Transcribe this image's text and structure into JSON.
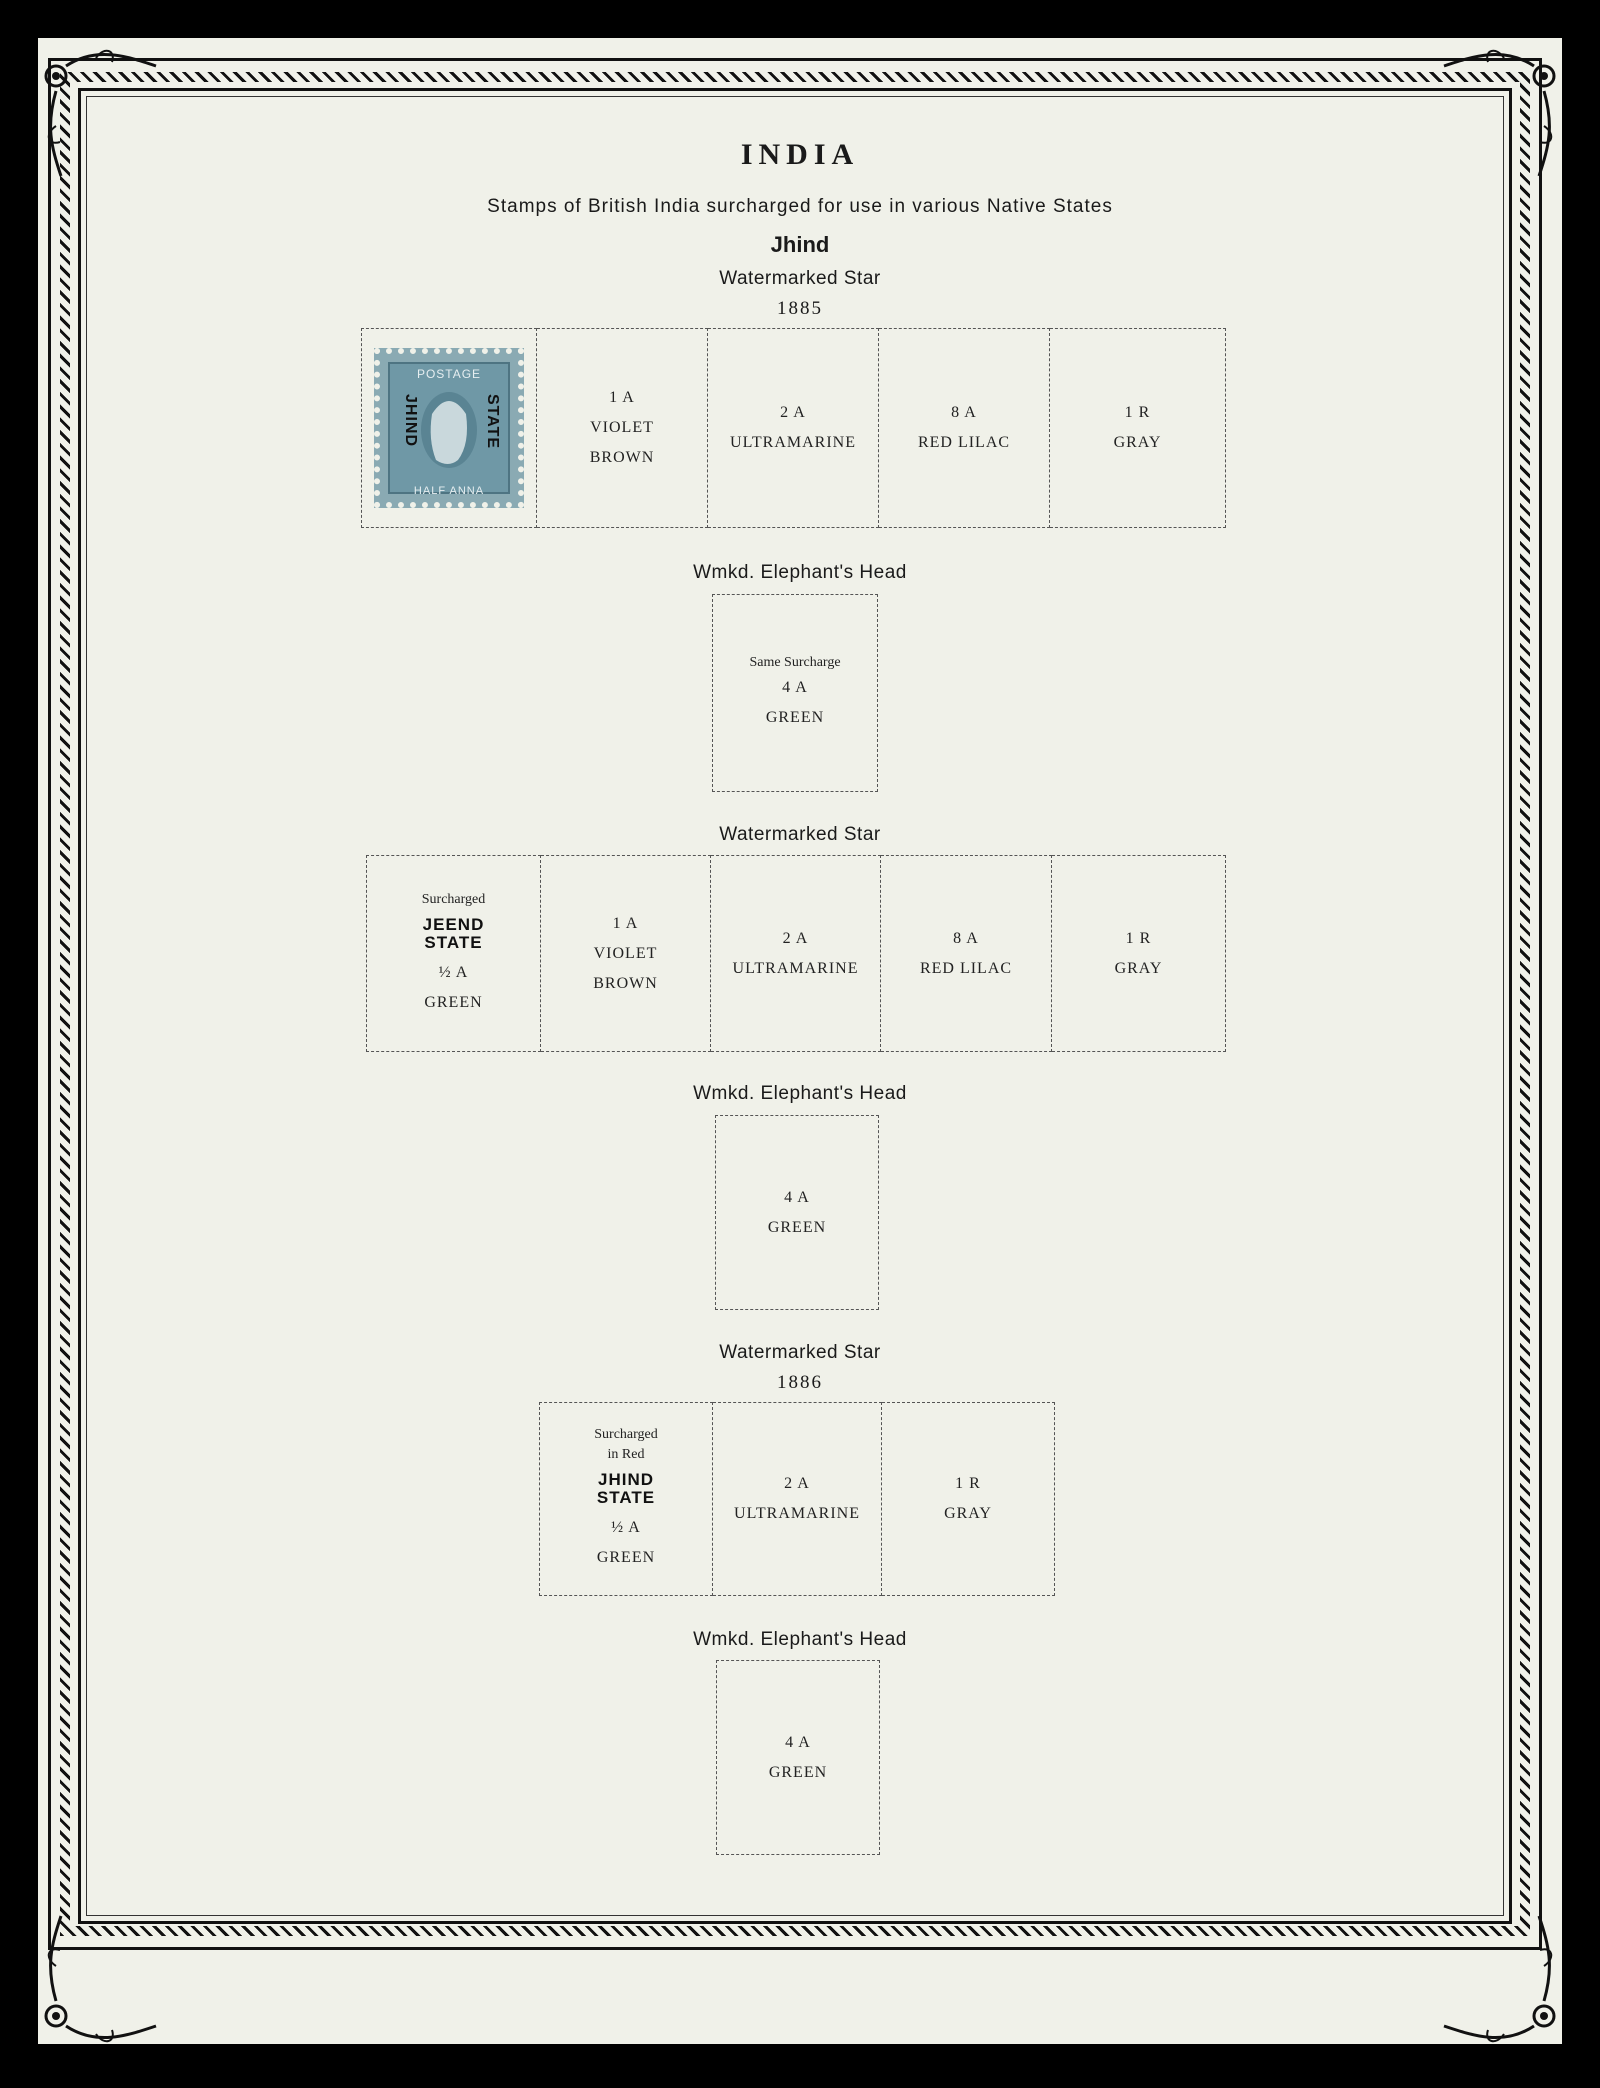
{
  "title": "INDIA",
  "subtitle": "Stamps of British India surcharged for use in various Native States",
  "section": "Jhind",
  "groups": [
    {
      "heading": "Watermarked Star",
      "year": "1885",
      "stamp": {
        "top_text": "POSTAGE",
        "bottom_text": "HALF ANNA",
        "overprint_left": "JHIND",
        "overprint_right": "STATE"
      },
      "boxes": [
        {
          "lines": [
            "1 A",
            "VIOLET",
            "BROWN"
          ]
        },
        {
          "lines": [
            "2 A",
            "ULTRAMARINE"
          ]
        },
        {
          "lines": [
            "8 A",
            "RED LILAC"
          ]
        },
        {
          "lines": [
            "1 R",
            "GRAY"
          ]
        }
      ]
    },
    {
      "heading": "Wmkd. Elephant's Head",
      "boxes": [
        {
          "note": "Same Surcharge",
          "lines": [
            "4 A",
            "GREEN"
          ]
        }
      ]
    },
    {
      "heading": "Watermarked Star",
      "boxes": [
        {
          "note": "Surcharged",
          "overprint": [
            "JEEND",
            "STATE"
          ],
          "lines": [
            "½ A",
            "GREEN"
          ]
        },
        {
          "lines": [
            "1 A",
            "VIOLET",
            "BROWN"
          ]
        },
        {
          "lines": [
            "2 A",
            "ULTRAMARINE"
          ]
        },
        {
          "lines": [
            "8 A",
            "RED LILAC"
          ]
        },
        {
          "lines": [
            "1 R",
            "GRAY"
          ]
        }
      ]
    },
    {
      "heading": "Wmkd. Elephant's Head",
      "boxes": [
        {
          "lines": [
            "4 A",
            "GREEN"
          ]
        }
      ]
    },
    {
      "heading": "Watermarked Star",
      "year": "1886",
      "boxes": [
        {
          "note": "Surcharged",
          "note2": "in Red",
          "overprint": [
            "JHIND",
            "STATE"
          ],
          "lines": [
            "½ A",
            "GREEN"
          ]
        },
        {
          "lines": [
            "2 A",
            "ULTRAMARINE"
          ]
        },
        {
          "lines": [
            "1 R",
            "GRAY"
          ]
        }
      ]
    },
    {
      "heading": "Wmkd. Elephant's Head",
      "boxes": [
        {
          "lines": [
            "4 A",
            "GREEN"
          ]
        }
      ]
    }
  ]
}
